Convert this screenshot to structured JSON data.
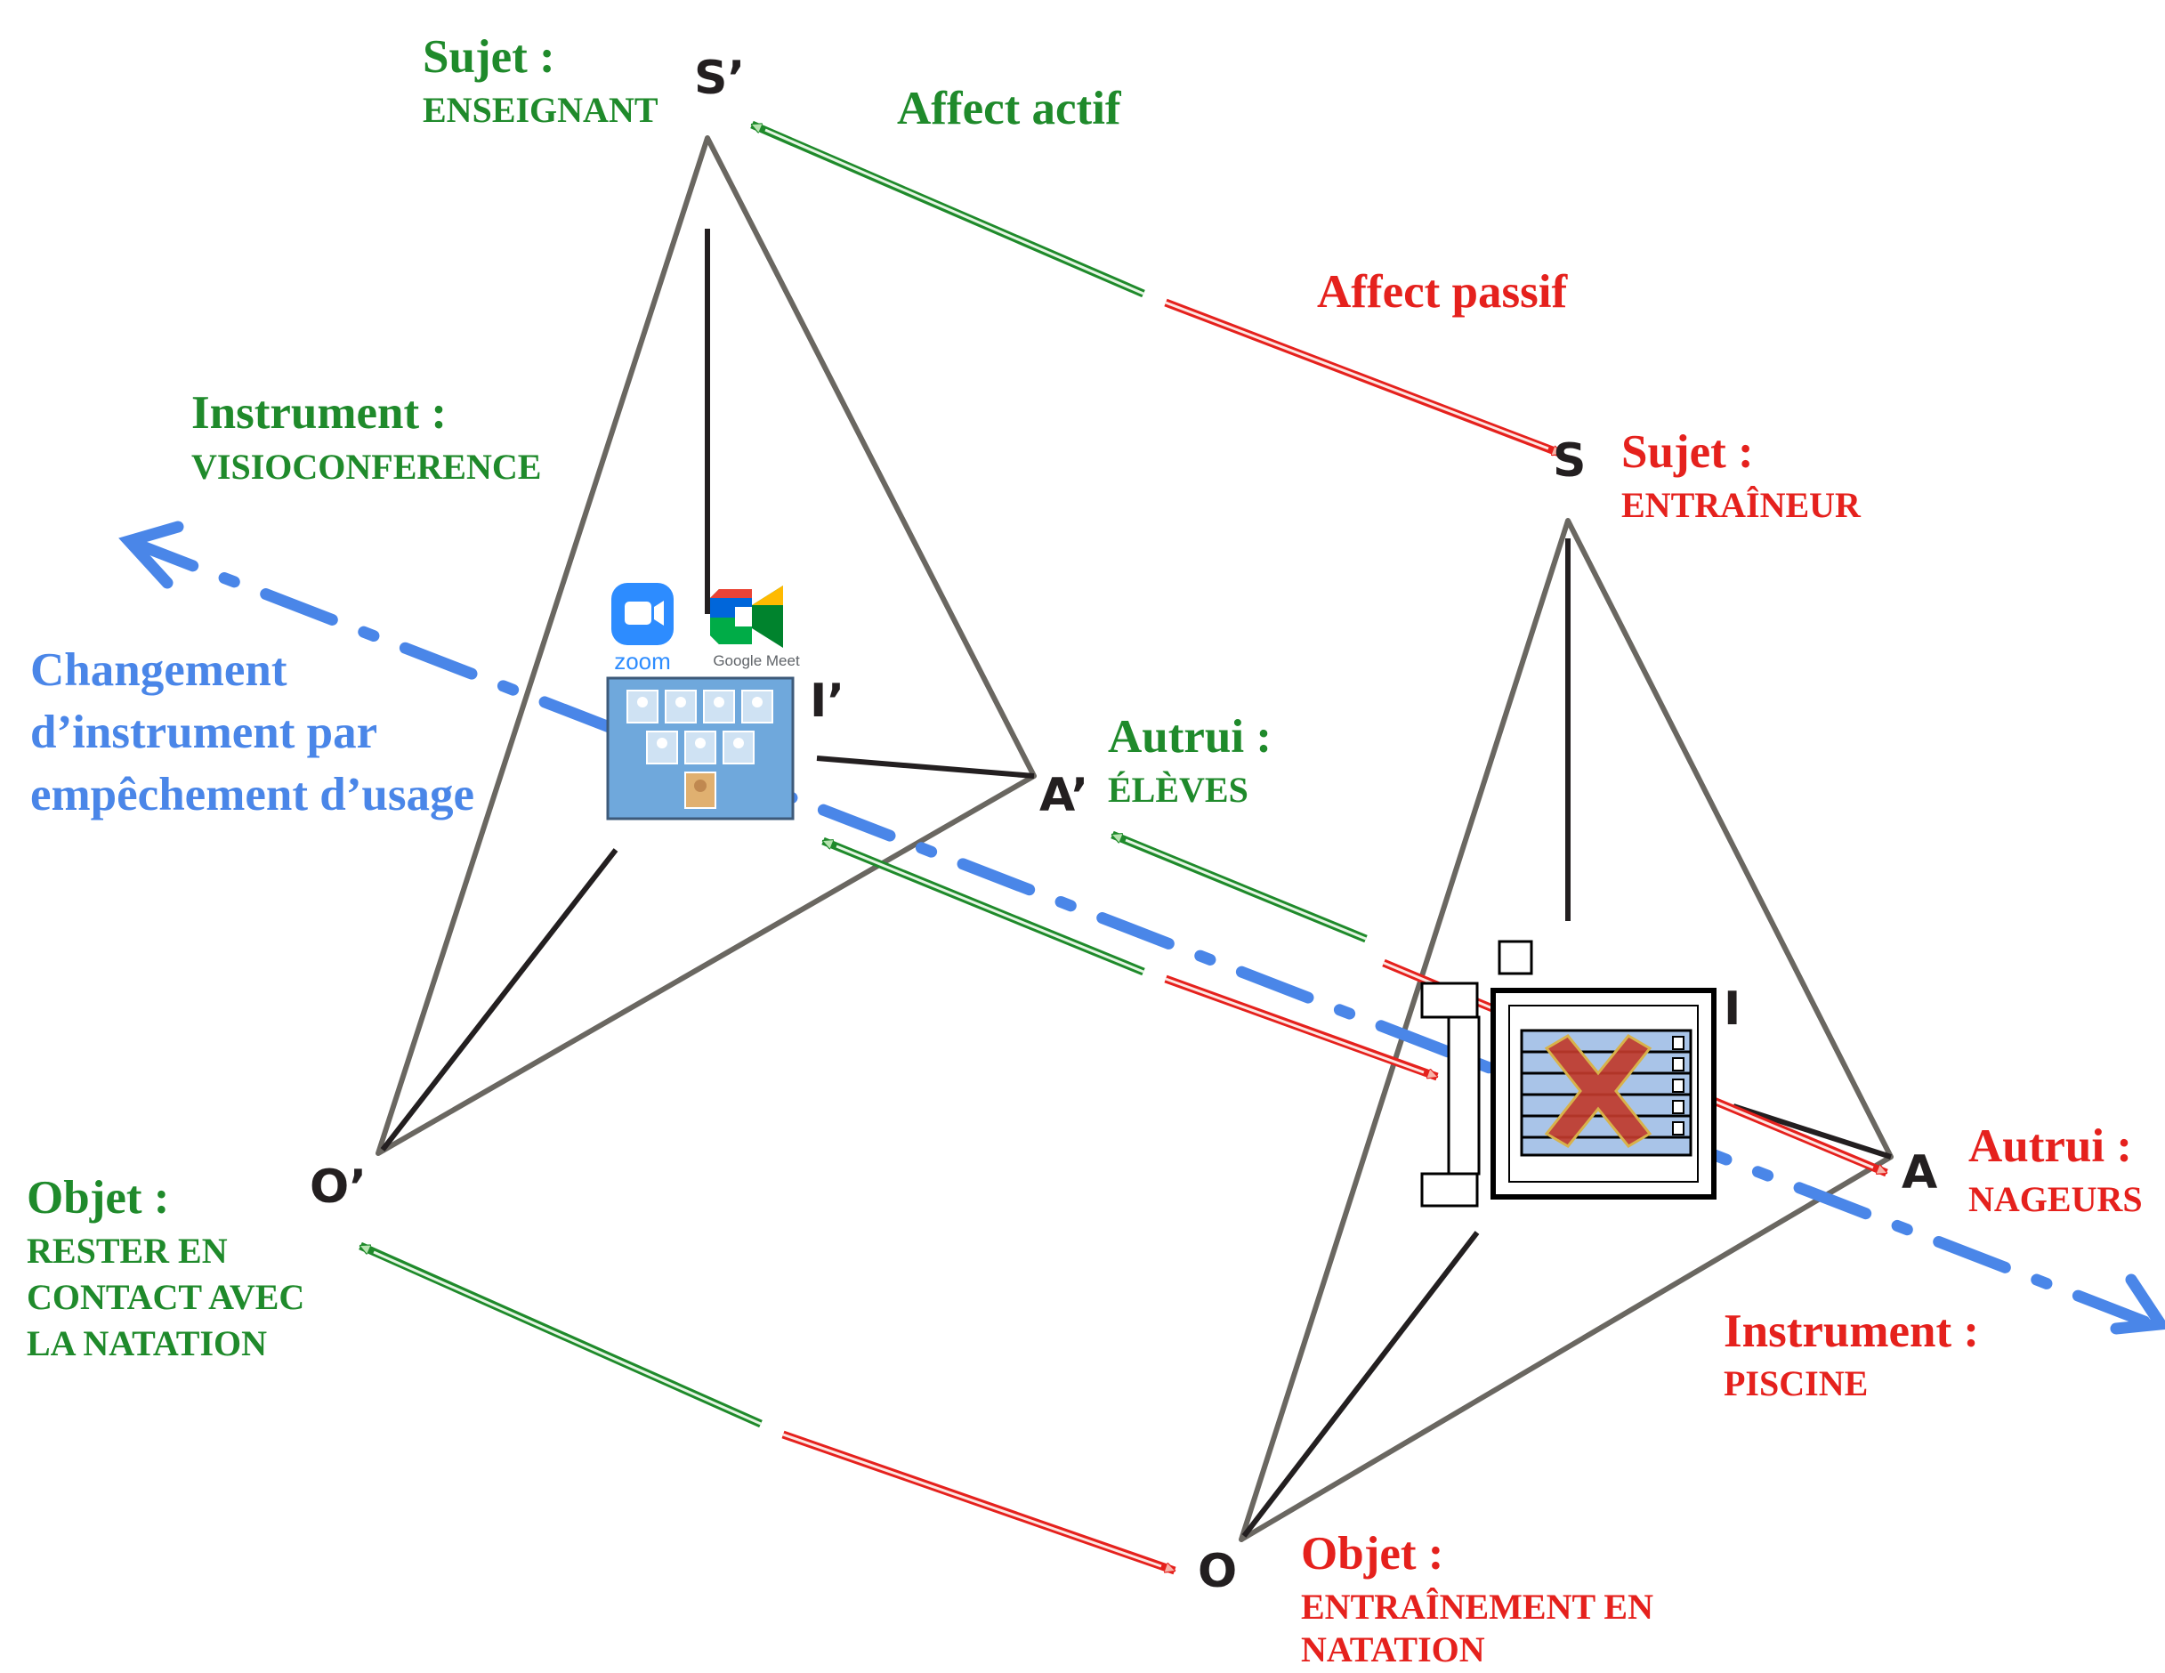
{
  "vertices": {
    "s_prime": "S’",
    "i_prime": "I’",
    "a_prime": "A’",
    "o_prime": "O’",
    "s": "S",
    "i": "I",
    "a": "A",
    "o": "O"
  },
  "left_system": {
    "subject_title": "Sujet :",
    "subject_value": "ENSEIGNANT",
    "instrument_title": "Instrument :",
    "instrument_value": "VISIOCONFERENCE",
    "other_title": "Autrui :",
    "other_value": "ÉLÈVES",
    "object_title": "Objet :",
    "object_value_lines": [
      "RESTER EN",
      "CONTACT AVEC",
      "LA NATATION"
    ]
  },
  "right_system": {
    "subject_title": "Sujet :",
    "subject_value": "ENTRAÎNEUR",
    "instrument_title": "Instrument :",
    "instrument_value": "PISCINE",
    "other_title": "Autrui :",
    "other_value": "NAGEURS",
    "object_title": "Objet :",
    "object_value_lines": [
      "ENTRAÎNEMENT EN",
      "NATATION"
    ]
  },
  "affects": {
    "active": "Affect actif",
    "passive": "Affect passif"
  },
  "change_label": "Changement d’instrument par empêchement d’usage",
  "logos": {
    "zoom": "zoom",
    "meet": "Google Meet"
  },
  "colors": {
    "active": "#1f8a2b",
    "passive": "#e5211d",
    "change": "#4a86e8",
    "edges": "#5a5650",
    "screen": "#6fa8dc"
  },
  "icons": [
    "zoom-logo-icon",
    "google-meet-logo-icon",
    "video-call-grid-icon",
    "pool-icon",
    "cross-icon"
  ]
}
